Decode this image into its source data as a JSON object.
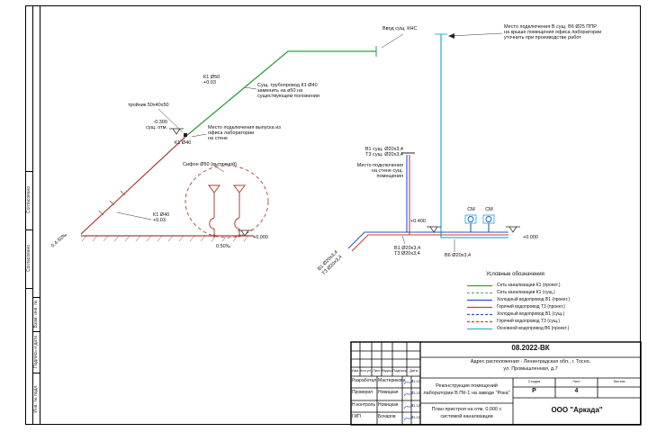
{
  "colors": {
    "k1_project": "#2f9e41",
    "k1_existing": "#5cb85c",
    "k1_old": "#a8453a",
    "v1": "#2456c8",
    "t3": "#d63a2f",
    "v6": "#29b6d8",
    "signature": "#3a5bd0"
  },
  "sidebar": {
    "items": [
      "Согласовано",
      "Согласовано",
      "Взам. инв. №",
      "Подпись и дата",
      "Инв. № подл."
    ]
  },
  "ann": {
    "vvod_kns": "Ввод сущ. КНС",
    "v6_note_l1": "Место подключения В сущ. В6 Ø25 ППР",
    "v6_note_l2": "на крыше помещения офиса лаборатории",
    "v6_note_l3": "уточнить при производстве работ",
    "k1_50": "К1 Ø50",
    "k1_50_elev": "+0.03",
    "replace_l1": "Сущ. трубопровод К1 Ø40",
    "replace_l2": "заменить на ø50 на",
    "replace_l3": "существующем положении",
    "troynik": "тройник 50х40х50",
    "elev_m300": "-0.300",
    "elev_m300b": "сущ. отм.",
    "k1_40": "К1 Ø40",
    "vypusk_l1": "Место подключения выпуска из",
    "vypusk_l2": "офиса лаборатории",
    "vypusk_l3": "на стене",
    "sifon": "Сифон Ø50 (вытяжной)",
    "k1_40_low": "К1 Ø40",
    "k1_40_low_elev": "+0.03",
    "slope1": "0.4·50‰",
    "slope2": "0.50‰",
    "elev_0_left": "+0.000",
    "v1_exist": "В1 сущ. Ø20х3,4",
    "t3_exist": "Т3 сущ. Ø20х3,4",
    "wall_l1": "Место подключения",
    "wall_l2": "на стене сущ.",
    "wall_l3": "помещения",
    "elev_0400": "+0.400",
    "v1_new": "В1 Ø20х3,4",
    "t3_new": "Т3 Ø20х3,4",
    "v6_new": "В6 Ø20х3,4",
    "rot_v1": "В1 Ø20х3,4",
    "rot_t3": "Т3 Ø20х3,4",
    "elev_0_right": "+0.000",
    "sm1": "СМ",
    "sm2": "СМ"
  },
  "legend": {
    "title": "Условные обозначения",
    "items": [
      {
        "label": "Сеть канализации К1 (проект.)",
        "color": "#2f9e41"
      },
      {
        "label": "Сеть канализации К1 (сущ.)",
        "color": "#5cb85c"
      },
      {
        "label": "Холодный водопровод В1 (проект.)",
        "color": "#2456c8"
      },
      {
        "label": "Горячий водопровод Т3 (проект.)",
        "color": "#d63a2f"
      },
      {
        "label": "Холодный водопровод В1 (сущ.)",
        "color": "#2456c8"
      },
      {
        "label": "Горячий водопровод Т3 (сущ.)",
        "color": "#d63a2f"
      },
      {
        "label": "Основной водопровод В6 (проект.)",
        "color": "#29b6d8"
      }
    ]
  },
  "titleblock": {
    "code": "08.2022-ВК",
    "address_l1": "Адрес расположения - Ленинградская обл., г. Тосно,",
    "address_l2": "ул. Промышленная, д.7",
    "project_l1": "Реконструкция помещений",
    "project_l2": "лаборатории В ПК-1 на заводе \"Рока\"",
    "sheet_title_l1": "План пристроя на отм. 0.000 с",
    "sheet_title_l2": "системой канализации",
    "company": "ООО \"Аркада\"",
    "stage_label": "Стадия",
    "sheet_label": "Лист",
    "sheets_label": "Листов",
    "stage": "Р",
    "sheet_num": "4",
    "sheets_total": "",
    "cols": [
      "Изм.",
      "Кол.уч.",
      "Лист",
      "№док.",
      "Подпись",
      "Дата"
    ],
    "rows": [
      {
        "role": "Разработал",
        "name": "Мастерикова",
        "date": "11.22"
      },
      {
        "role": "Проверил",
        "name": "Новицкая",
        "date": "11.22"
      },
      {
        "role": "Н.контроль",
        "name": "Новицкая",
        "date": "11.22"
      },
      {
        "role": "ГИП",
        "name": "Бочаров",
        "date": "11.22"
      }
    ]
  }
}
